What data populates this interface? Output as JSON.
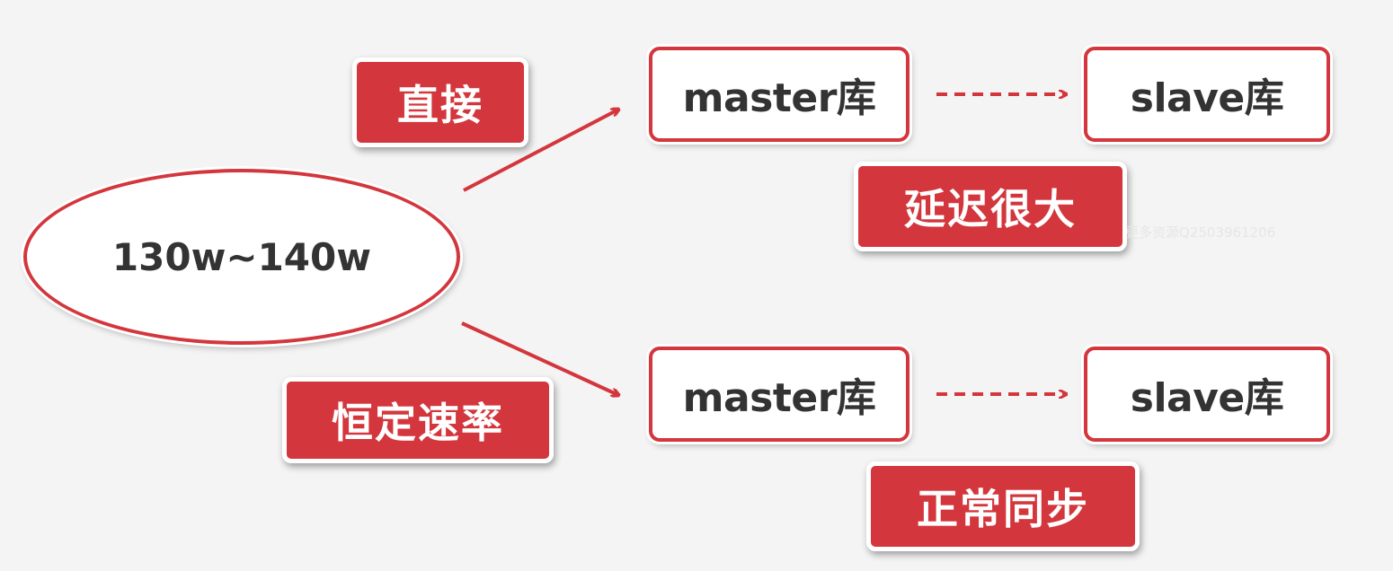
{
  "source": {
    "label": "130w~140w"
  },
  "branches": [
    {
      "method_tag": "直接",
      "master_label": "master库",
      "slave_label": "slave库",
      "result_tag": "延迟很大"
    },
    {
      "method_tag": "恒定速率",
      "master_label": "master库",
      "slave_label": "slave库",
      "result_tag": "正常同步"
    }
  ],
  "watermark": "更多资源Q2503961206",
  "colors": {
    "accent": "#d3363c",
    "text": "#333333",
    "background": "#f4f4f4",
    "tag_text": "#ffffff"
  }
}
